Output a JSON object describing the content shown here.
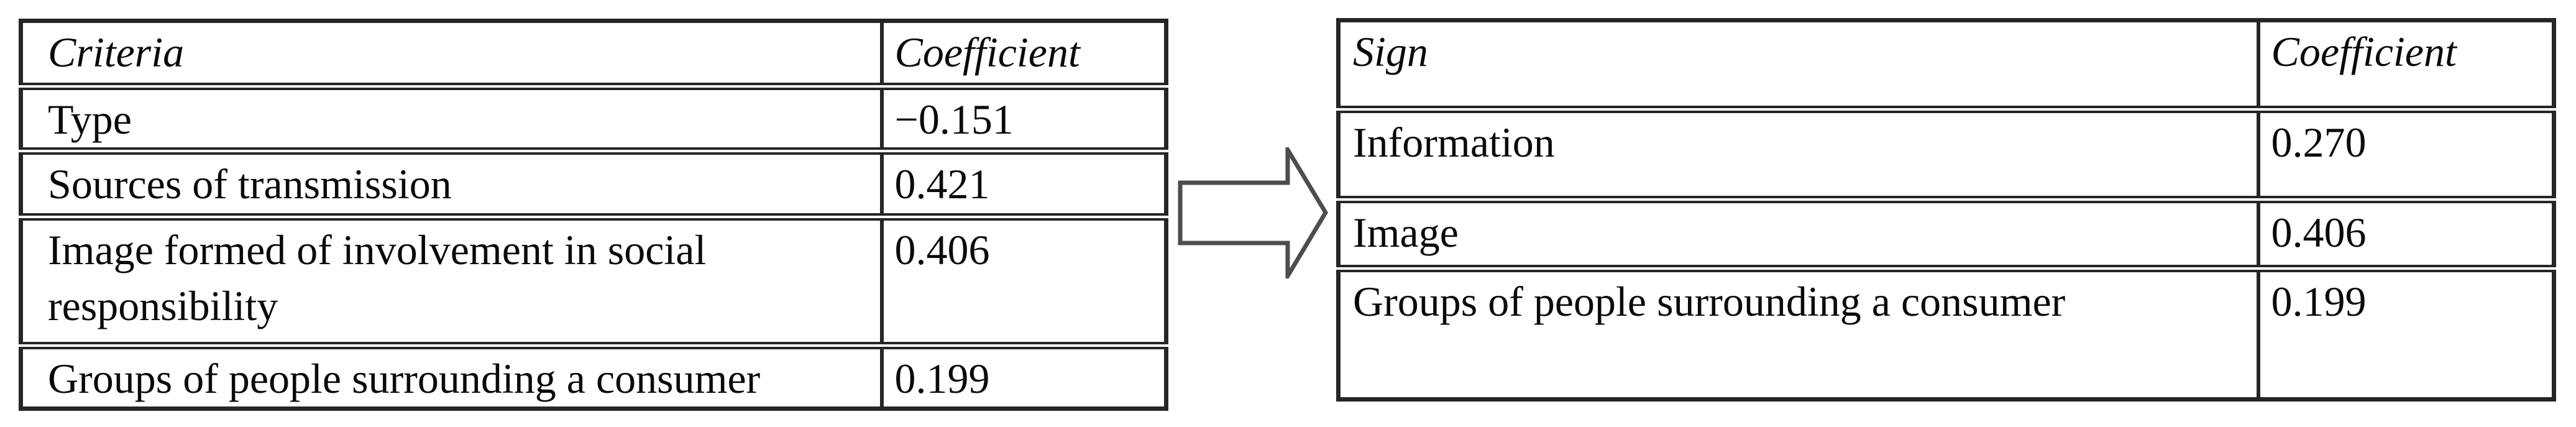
{
  "colors": {
    "border": "#262626",
    "text": "#0a0a0a",
    "arrow_outline": "#4d4d4d",
    "background": "#ffffff"
  },
  "left_table": {
    "headers": [
      "Criteria",
      "Coefficient"
    ],
    "rows": [
      {
        "label": "Type",
        "value": "−0.151"
      },
      {
        "label": "Sources of transmission",
        "value": "0.421"
      },
      {
        "label": "Image formed of involvement in social responsibility",
        "value": "0.406"
      },
      {
        "label": "Groups of people surrounding a consumer",
        "value": "0.199"
      }
    ]
  },
  "arrow": {
    "icon": "right-arrow"
  },
  "right_table": {
    "headers": [
      "Sign",
      "Coefficient"
    ],
    "rows": [
      {
        "label": "Information",
        "value": "0.270"
      },
      {
        "label": "Image",
        "value": "0.406"
      },
      {
        "label": "Groups of people surrounding a consumer",
        "value": "0.199"
      }
    ]
  }
}
